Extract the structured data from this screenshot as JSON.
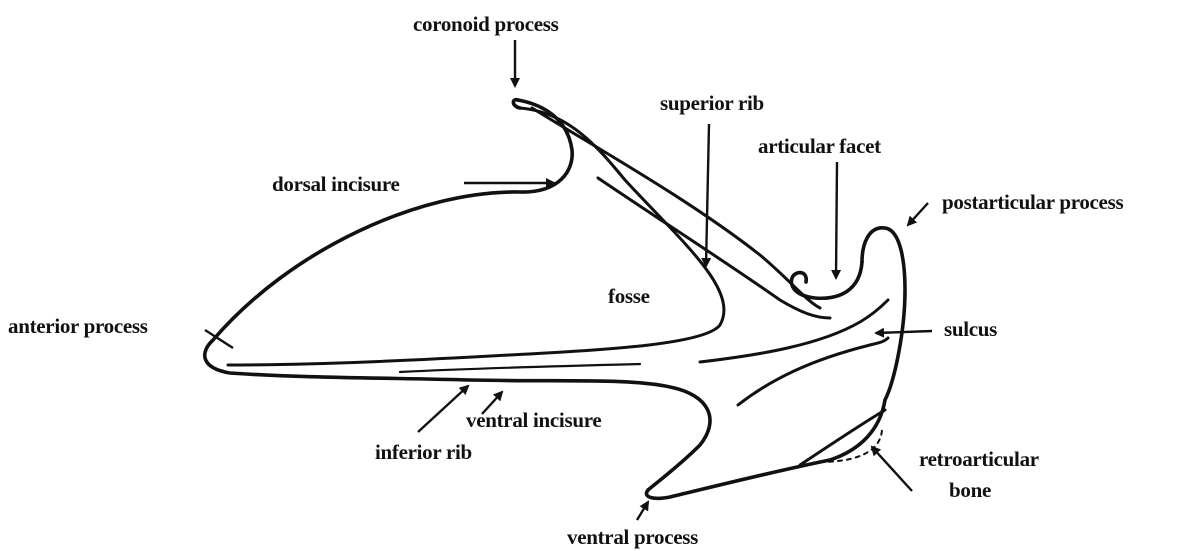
{
  "labels": {
    "coronoid_process": "coronoid process",
    "superior_rib": "superior rib",
    "articular_facet": "articular facet",
    "postarticular_process": "postarticular process",
    "dorsal_incisure": "dorsal incisure",
    "fosse": "fosse",
    "anterior_process": "anterior process",
    "sulcus": "sulcus",
    "ventral_incisure": "ventral incisure",
    "inferior_rib": "inferior rib",
    "retroarticular_bone": [
      "retroarticular",
      "bone"
    ],
    "ventral_process": "ventral process"
  },
  "colors": {
    "ink": "#111111",
    "background": "#ffffff"
  }
}
